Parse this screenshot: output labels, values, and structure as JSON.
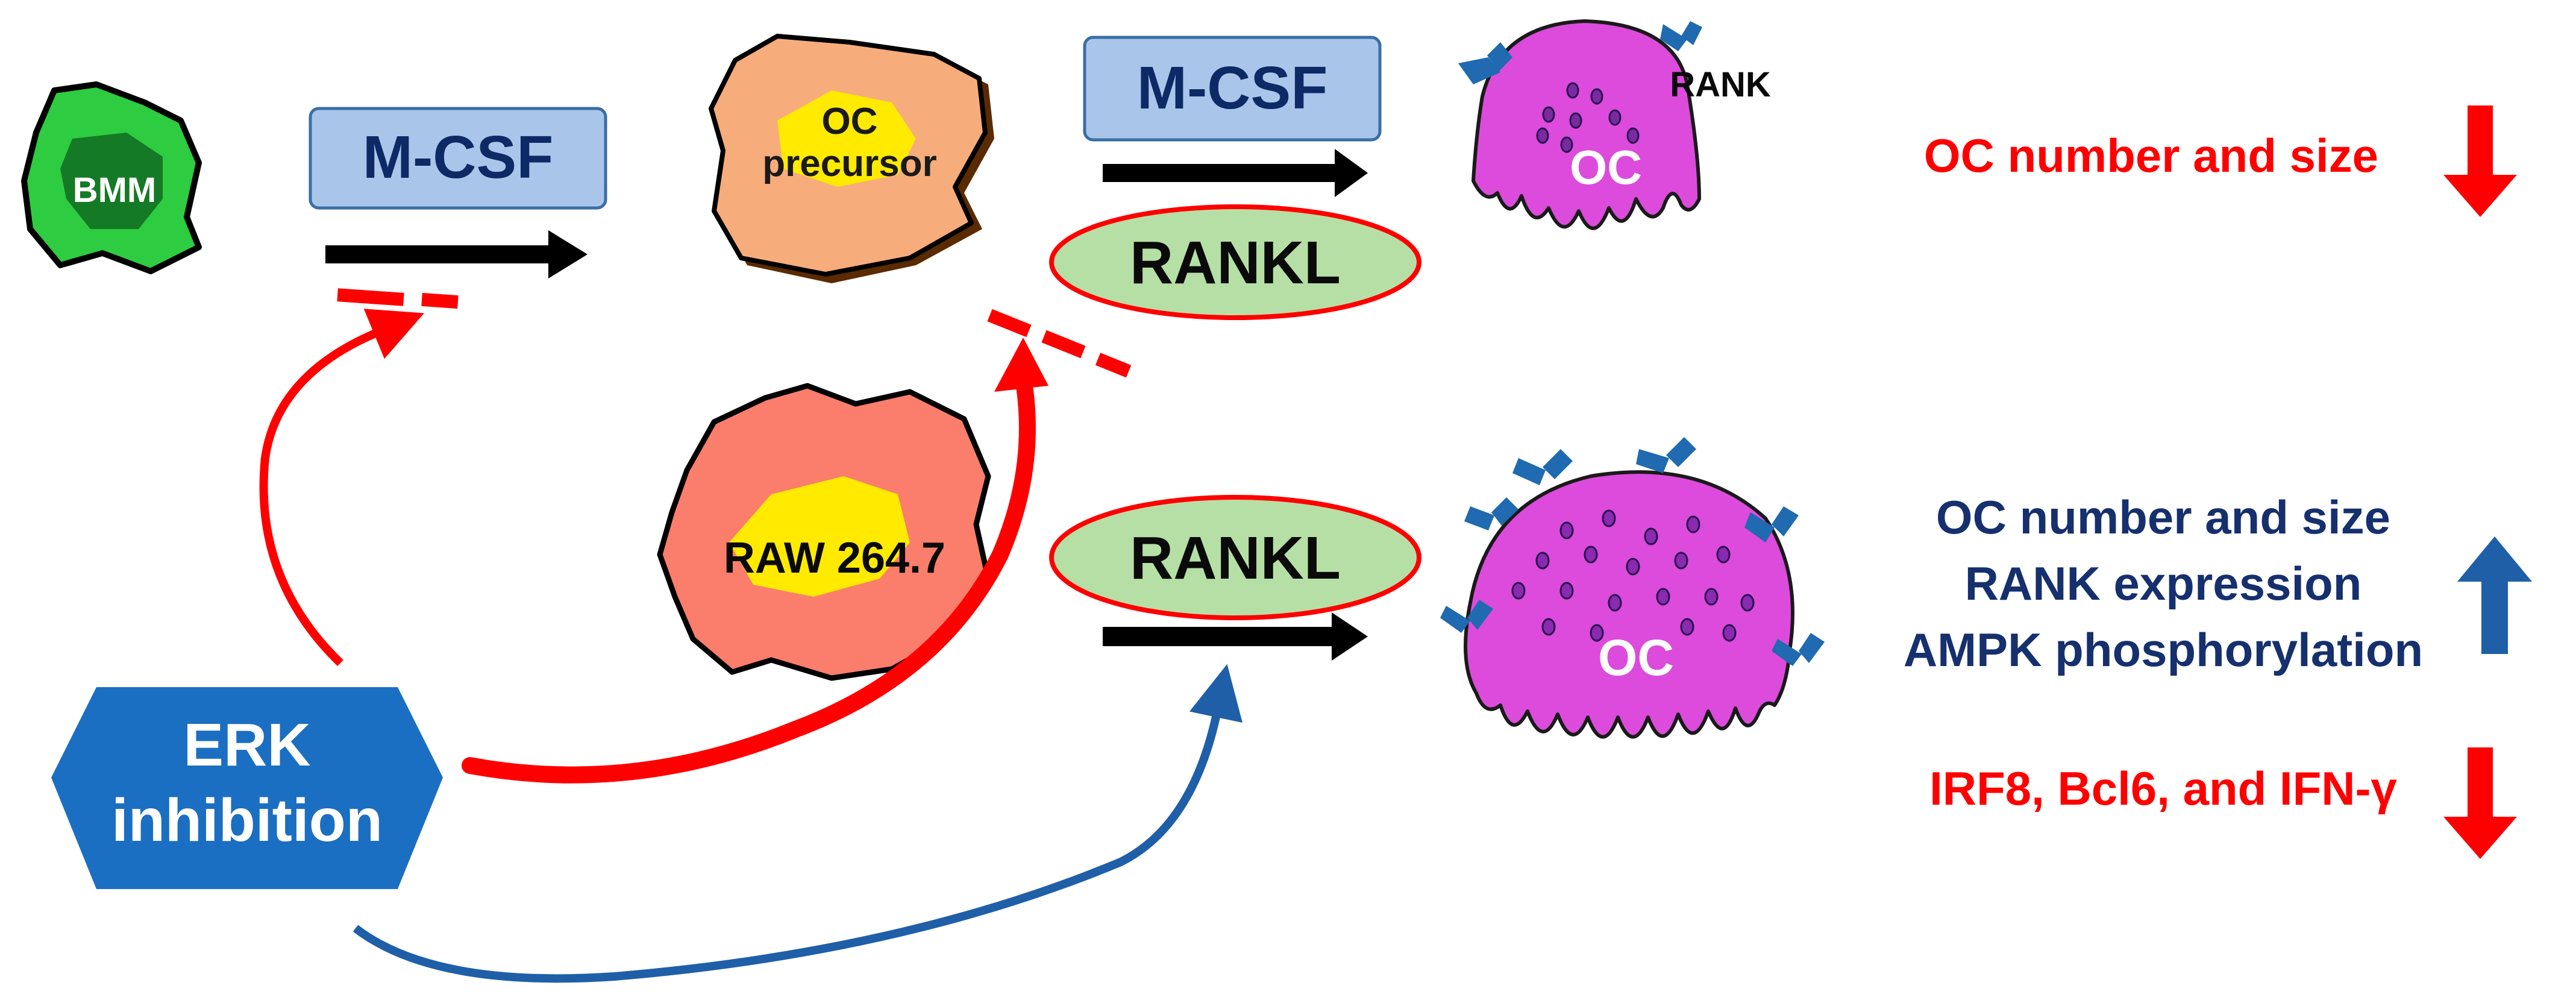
{
  "cells": {
    "bmm": "BMM",
    "oc_precursor": [
      "OC",
      "precursor"
    ],
    "raw": "RAW 264.7",
    "oc_top": "OC",
    "oc_bottom": "OC"
  },
  "factors": {
    "mcsf_left": "M-CSF",
    "mcsf_right": "M-CSF",
    "rankl_top": "RANKL",
    "rankl_bottom": "RANKL"
  },
  "receptor_label": "RANK",
  "erk": [
    "ERK",
    "inhibition"
  ],
  "outcomes": {
    "bmm_effect": "OC number and size",
    "raw_effect": [
      "OC number and size",
      "RANK expression",
      "AMPK phosphorylation"
    ],
    "raw_down": "IRF8, Bcl6, and IFN-γ"
  },
  "colors": {
    "inhibit_red": "#ff0000",
    "promote_blue": "#1f5fa8",
    "erk_blue": "#1b6fc2",
    "mcsf_fill": "#a9c6ea",
    "rankl_fill": "#b6dfa5",
    "oc_fill": "#dc4bdc",
    "rank_blue": "#1f6ab0",
    "text_navy": "#16306e"
  }
}
